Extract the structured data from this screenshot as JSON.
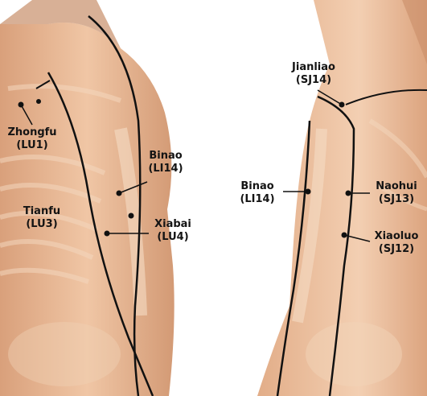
{
  "images": {
    "left": {
      "view": "front-arm",
      "skin": "#e6b48f"
    },
    "right": {
      "view": "back-arm",
      "skin": "#e8b894"
    }
  },
  "colors": {
    "skin_light": "#f2cdb0",
    "skin_dark": "#c98d69",
    "meridian": "#0f0f0f",
    "bone": "#f3d8c0",
    "background": "#ffffff"
  },
  "left_panel": {
    "points": [
      {
        "id": "zhongfu",
        "name": "Zhongfu",
        "code": "(LU1)"
      },
      {
        "id": "binao-left",
        "name": "Binao",
        "code": "(LI14)"
      },
      {
        "id": "tianfu",
        "name": "Tianfu",
        "code": "(LU3)"
      },
      {
        "id": "xiabai",
        "name": "Xiabai",
        "code": "(LU4)"
      }
    ]
  },
  "right_panel": {
    "points": [
      {
        "id": "jianliao",
        "name": "Jianliao",
        "code": "(SJ14)"
      },
      {
        "id": "binao-right",
        "name": "Binao",
        "code": "(LI14)"
      },
      {
        "id": "naohui",
        "name": "Naohui",
        "code": "(SJ13)"
      },
      {
        "id": "xiaoluo",
        "name": "Xiaoluo",
        "code": "(SJ12)"
      }
    ]
  }
}
